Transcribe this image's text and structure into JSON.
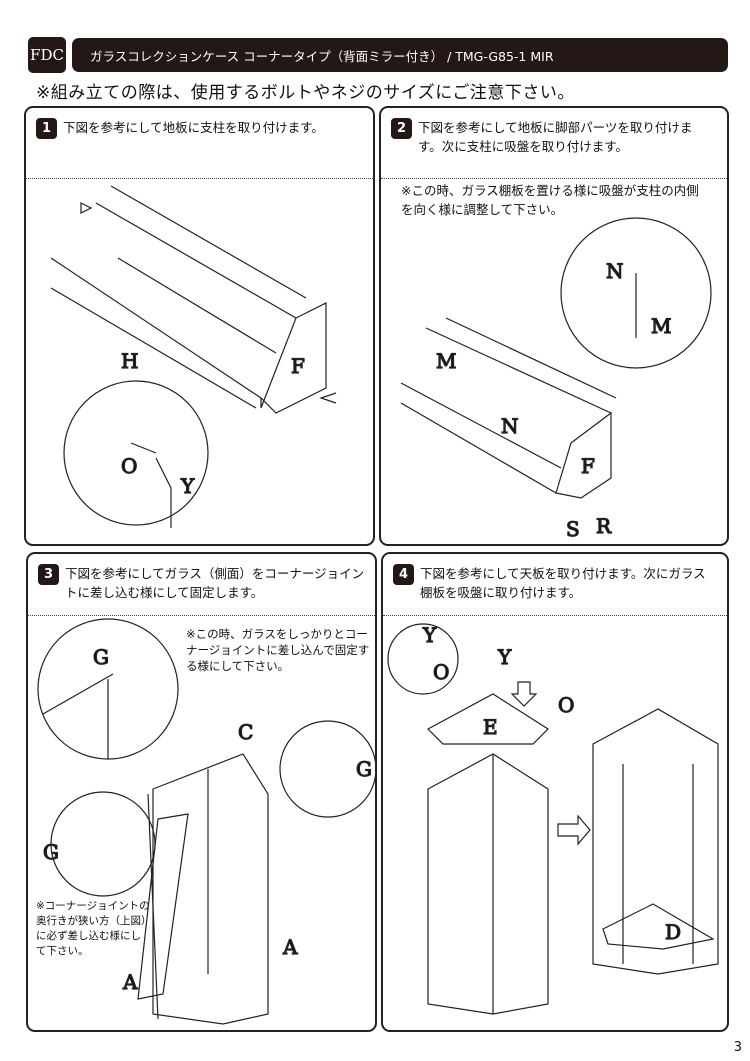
{
  "logo": {
    "text": "FDC"
  },
  "header": {
    "title": "ガラスコレクションケース コーナータイプ（背面ミラー付き） / TMG-G85-1 MIR"
  },
  "notice": "※組み立ての際は、使用するボルトやネジのサイズにご注意下さい。",
  "steps": [
    {
      "number": "1",
      "text": "下図を参考にして地板に支柱を取り付けます。",
      "labels": {
        "H": "H",
        "F": "F",
        "O": "O",
        "Y": "Y"
      }
    },
    {
      "number": "2",
      "text": "下図を参考にして地板に脚部パーツを取り付けます。次に支柱に吸盤を取り付けます。",
      "note": "※この時、ガラス棚板を置ける様に吸盤が支柱の内側を向く様に調整して下さい。",
      "labels": {
        "N": "N",
        "M": "M",
        "F": "F",
        "S": "S",
        "R": "R"
      }
    },
    {
      "number": "3",
      "text": "下図を参考にしてガラス（側面）をコーナージョイントに差し込む様にして固定します。",
      "note": "※この時、ガラスをしっかりとコーナージョイントに差し込んで固定する様にして下さい。",
      "note2": "※コーナージョイントの奥行きが狭い方（上図）に必ず差し込む様にして下さい。",
      "labels": {
        "G": "G",
        "C": "C",
        "A": "A"
      }
    },
    {
      "number": "4",
      "text": "下図を参考にして天板を取り付けます。次にガラス棚板を吸盤に取り付けます。",
      "labels": {
        "Y": "Y",
        "O": "O",
        "E": "E",
        "D": "D"
      }
    }
  ],
  "page_number": "3"
}
